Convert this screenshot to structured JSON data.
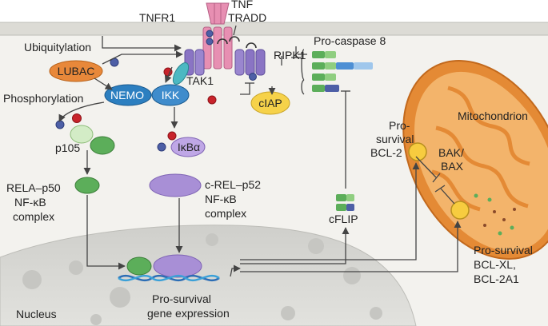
{
  "labels": {
    "tnf": "TNF",
    "tnfr1": "TNFR1",
    "tradd": "TRADD",
    "ubiquitylation": "Ubiquitylation",
    "lubac": "LUBAC",
    "ripk1": "RIPK1",
    "pro_caspase8": "Pro-caspase 8",
    "tak1": "TAK1",
    "nemo": "NEMO",
    "ikk": "IKK",
    "ciap": "cIAP",
    "phosphorylation": "Phosphorylation",
    "p105": "p105",
    "ikba": "IκBα",
    "rela_line1": "RELA–p50",
    "rela_line2": "NF-κB",
    "rela_line3": "complex",
    "crel_line1": "c-REL–p52",
    "crel_line2": "NF-κB",
    "crel_line3": "complex",
    "prosurvival_bcl2_line1": "Pro-",
    "prosurvival_bcl2_line2": "survival",
    "prosurvival_bcl2_line3": "BCL-2",
    "mitochondrion": "Mitochondrion",
    "bak_line1": "BAK/",
    "bak_line2": "BAX",
    "cflip": "cFLIP",
    "prosurvival_bclxl_line1": "Pro-survival",
    "prosurvival_bclxl_line2": "BCL-XL,",
    "prosurvival_bclxl_line3": "BCL-2A1",
    "nucleus": "Nucleus",
    "gene_expr_line1": "Pro-survival",
    "gene_expr_line2": "gene expression"
  },
  "colors": {
    "membrane": "#e9e8e3",
    "nucleus": "#d6d6d2",
    "lubac": "#e8883a",
    "nemo": "#2c7fc0",
    "ikk": "#3f8ccc",
    "ciap": "#f6d24a",
    "tak1": "#4cb8c2",
    "receptor_pink": "#e78fb2",
    "ripk1_purple": "#8a74c4",
    "ubiquitin_blue": "#4d5fa6",
    "phospho_red": "#c8232b",
    "nfkb_green": "#5cae5a",
    "ikba_purple": "#a88fd6",
    "mito_orange": "#e48a35",
    "bcl_yellow": "#f7cc3f",
    "dna_blue": "#2b6db5"
  }
}
